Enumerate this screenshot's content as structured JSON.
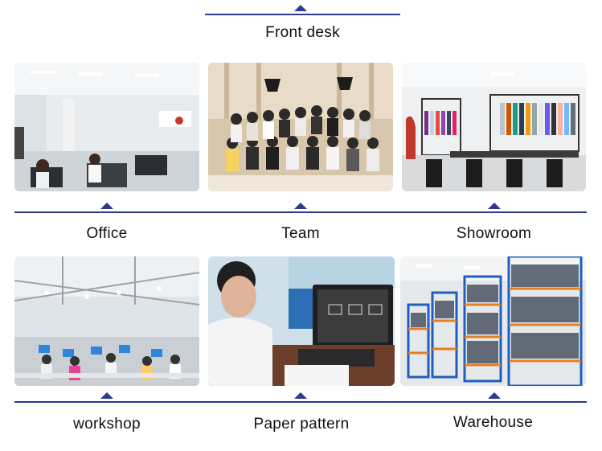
{
  "header": {
    "title": "Front desk"
  },
  "sections": [
    {
      "label": "Office",
      "photo": "office-photo"
    },
    {
      "label": "Team",
      "photo": "team-photo"
    },
    {
      "label": "Showroom",
      "photo": "showroom-photo"
    },
    {
      "label": "workshop",
      "photo": "workshop-photo"
    },
    {
      "label": "Paper pattern",
      "photo": "paper-pattern-photo"
    },
    {
      "label": "Warehouse",
      "photo": "warehouse-photo"
    }
  ],
  "colors": {
    "accent": "#2f3a8f",
    "background": "#ffffff"
  }
}
